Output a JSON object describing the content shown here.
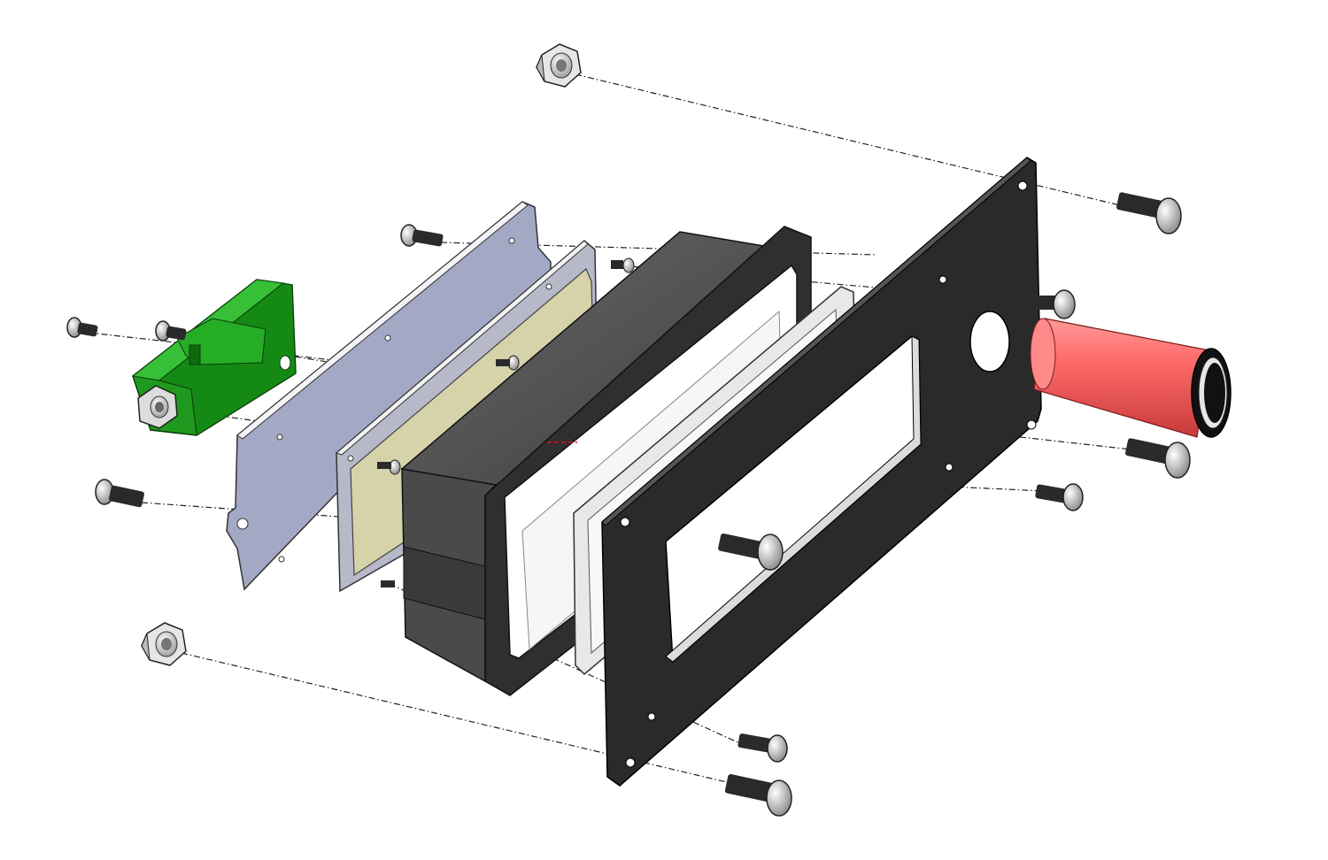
{
  "drawing": {
    "kind": "exploded-assembly-view",
    "background": "#ffffff",
    "parts": [
      {
        "name": "green-bracket",
        "color": "#1f9a1f"
      },
      {
        "name": "clear-back-cover",
        "color": "#a3a8c4"
      },
      {
        "name": "frame-with-pcb",
        "color": "#d6d2a9"
      },
      {
        "name": "dark-housing",
        "color": "#4a4a4a"
      },
      {
        "name": "clear-window",
        "color": "#e8e8e8"
      },
      {
        "name": "black-front-panel",
        "color": "#2a2a2a"
      },
      {
        "name": "red-standoff",
        "color": "#f26a6a"
      },
      {
        "name": "hex-nuts",
        "color": "#d8d8d8"
      },
      {
        "name": "button-head-screws",
        "color": "#bdbdbd"
      }
    ]
  }
}
